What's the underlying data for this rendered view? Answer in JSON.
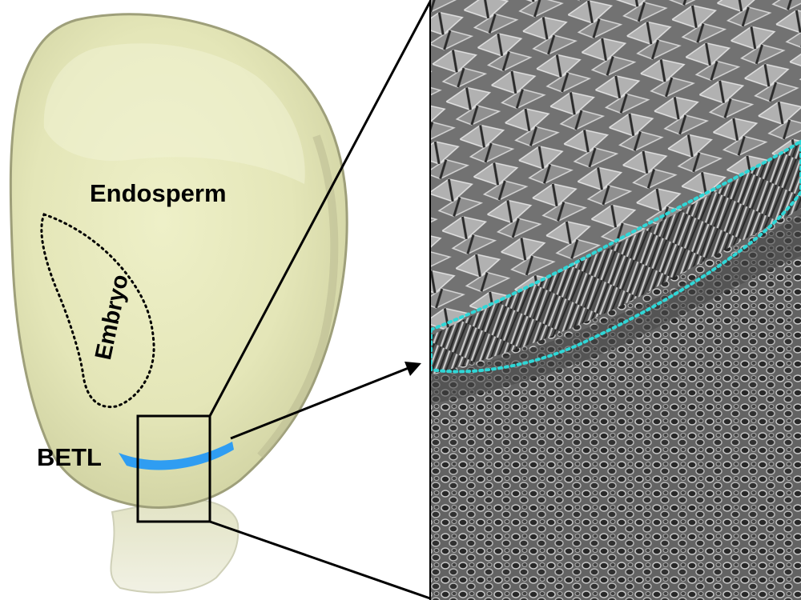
{
  "labels": {
    "endosperm": "Endosperm",
    "embryo": "Embryo",
    "betl": "BETL"
  },
  "colors": {
    "kernel": "#e7e8bd",
    "kernel_edge": "#a9a981",
    "betl_band": "#2f9df2",
    "sem_outline": "#2fd7d7",
    "outline": "#000000"
  }
}
